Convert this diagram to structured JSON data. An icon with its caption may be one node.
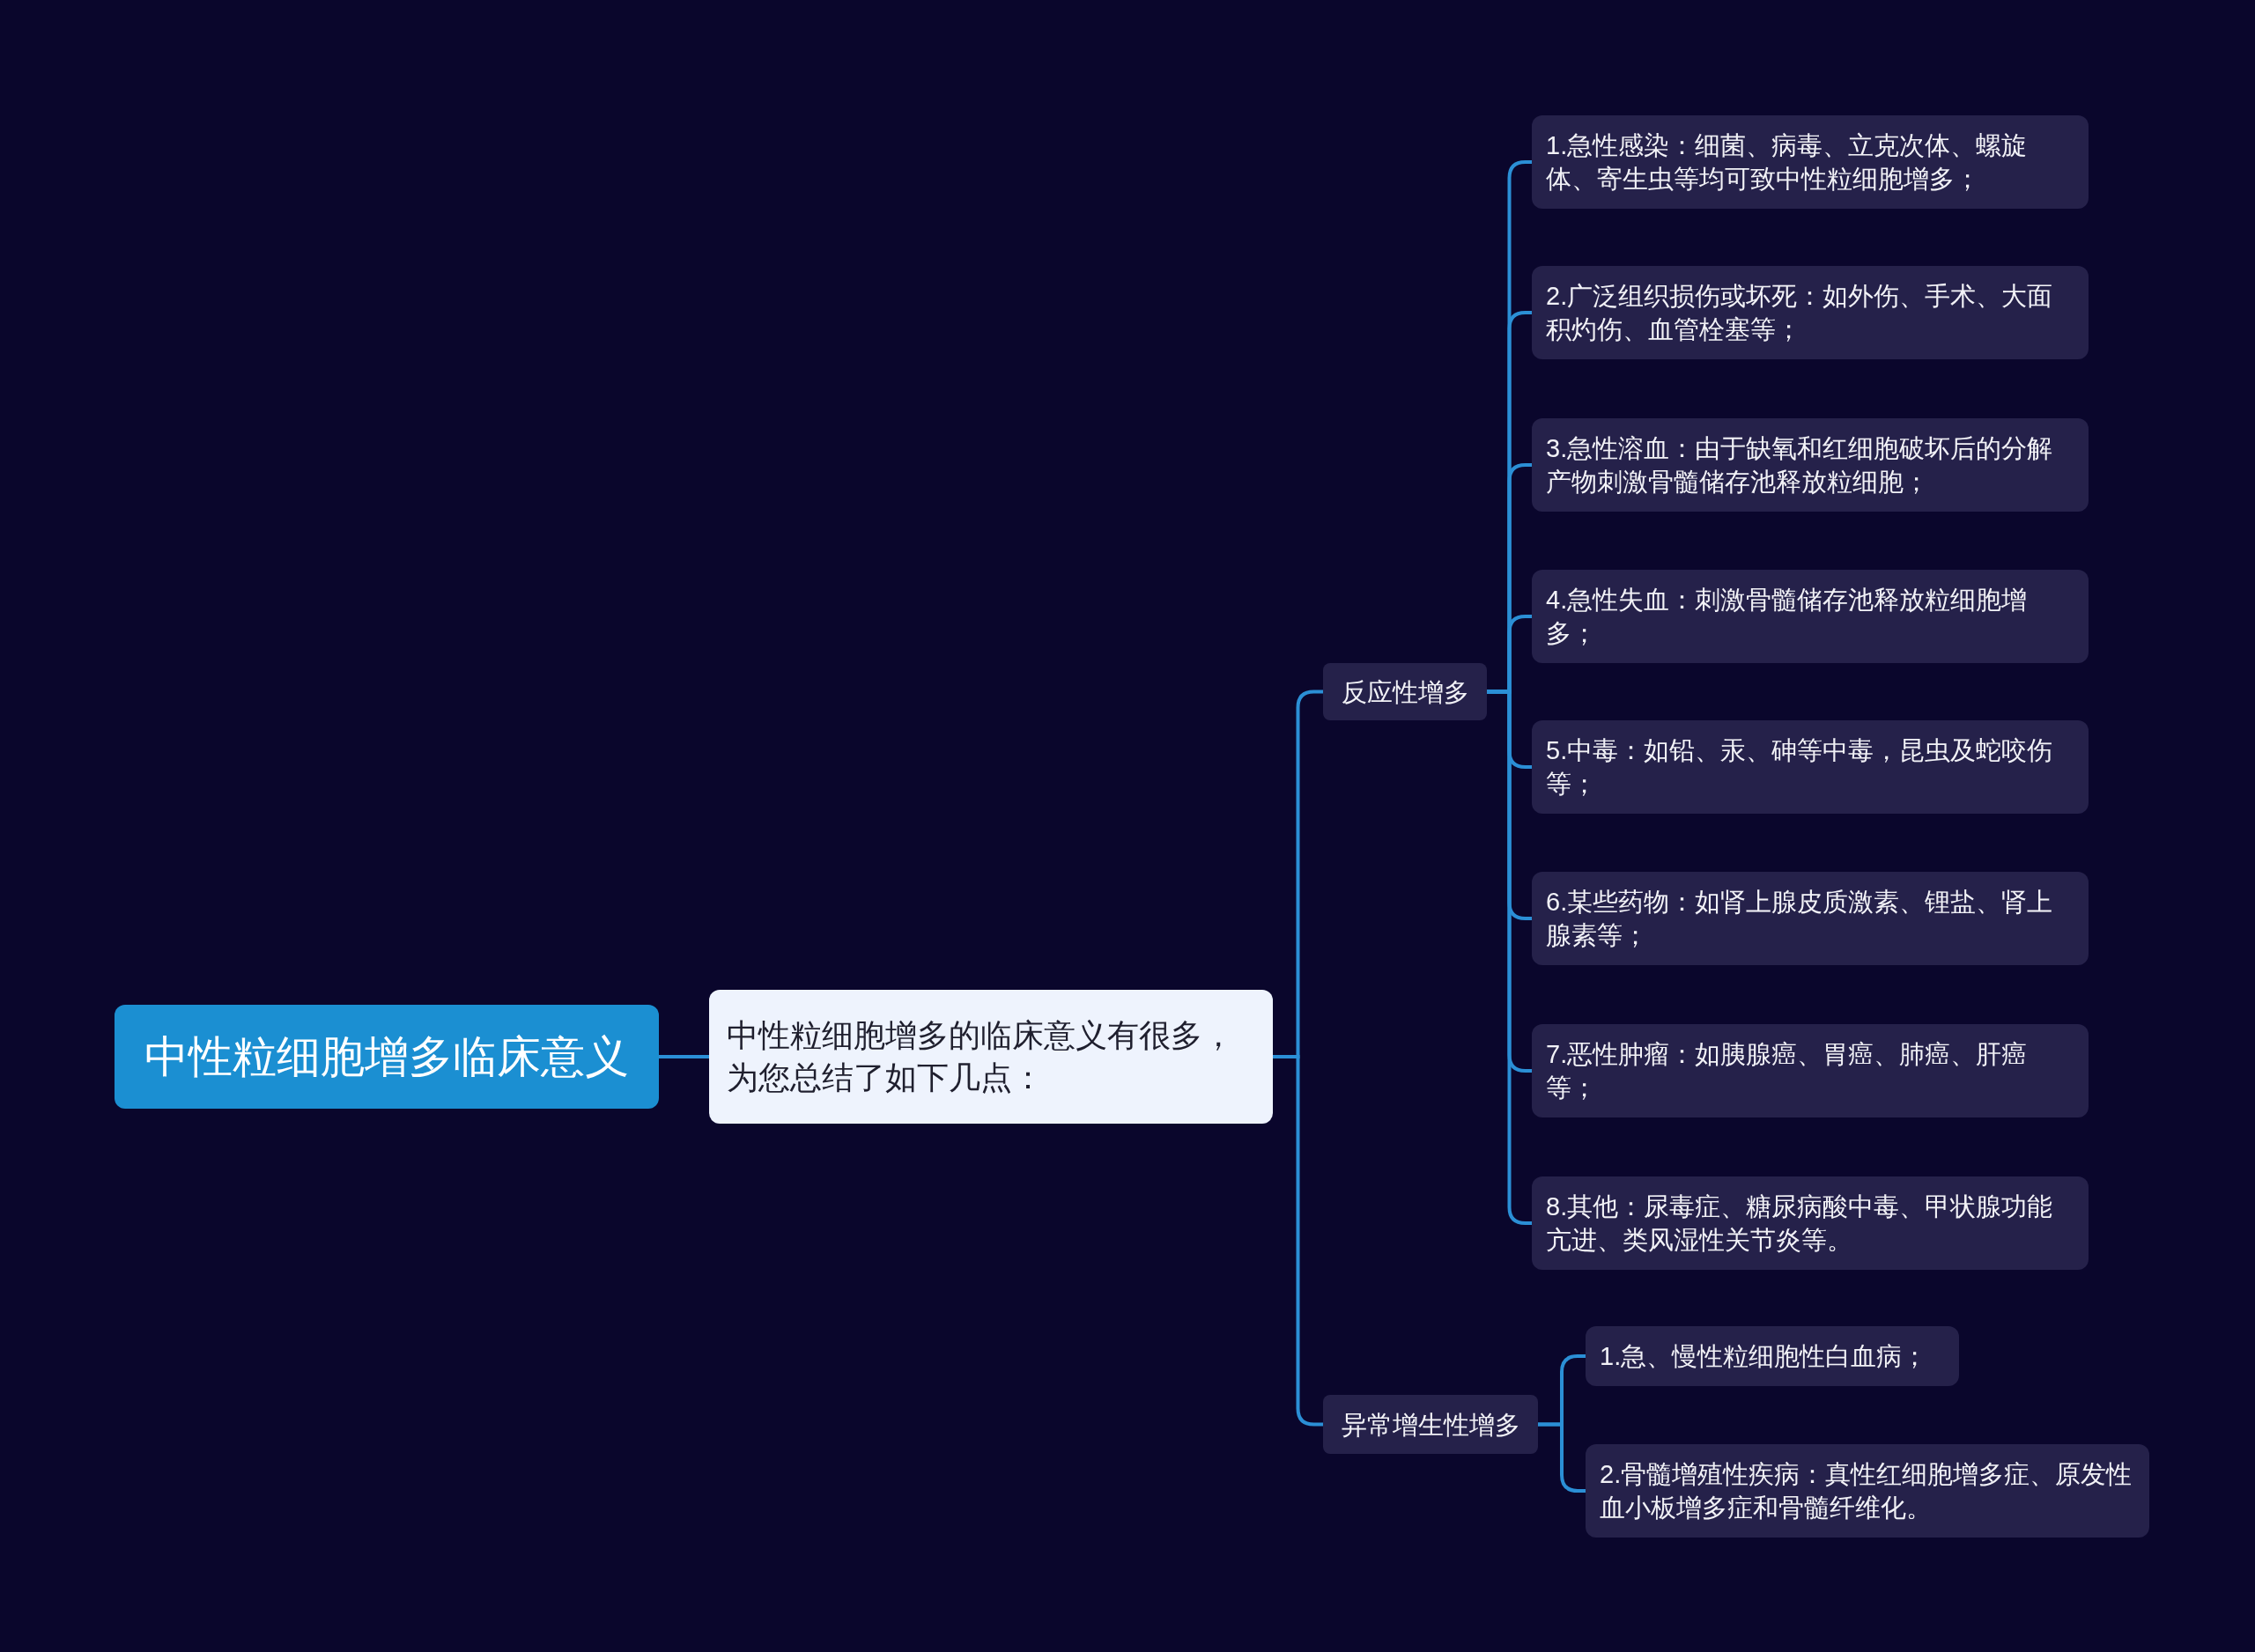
{
  "diagram": {
    "nodes": [
      {
        "text": [
          "中性粒细胞增多临床意义"
        ]
      },
      {
        "text": [
          "中性粒细胞增多的临床意义有很多，为您总结了如下几点："
        ]
      },
      {
        "text": [
          "反应性增多"
        ]
      },
      {
        "text": [
          "1.急性感染：细菌、病毒、立克次体、螺旋体、寄生虫等均可致中性粒细胞增多；"
        ]
      },
      {
        "text": [
          "2.广泛组织损伤或坏死：如外伤、手术、大面积灼伤、血管栓塞等；"
        ]
      },
      {
        "text": [
          "3.急性溶血：由于缺氧和红细胞破坏后的分解产物刺激骨髓储存池释放粒细胞；"
        ]
      },
      {
        "text": [
          "4.急性失血：刺激骨髓储存池释放粒细胞增多；"
        ]
      },
      {
        "text": [
          "5.中毒：如铅、汞、砷等中毒，昆虫及蛇咬伤等；"
        ]
      },
      {
        "text": [
          "6.某些药物：如肾上腺皮质激素、锂盐、肾上腺素等；"
        ]
      },
      {
        "text": [
          "7.恶性肿瘤：如胰腺癌、胃癌、肺癌、肝癌等；"
        ]
      },
      {
        "text": [
          "8.其他：尿毒症、糖尿病酸中毒、甲状腺功能亢进、类风湿性关节炎等。"
        ]
      },
      {
        "text": [
          "异常增生性增多"
        ]
      },
      {
        "text": [
          "1.急、慢性粒细胞性白血病；"
        ]
      },
      {
        "text": [
          "2.骨髓增殖性疾病：真性红细胞增多症、原发性血小板增多症和骨髓纤维化。"
        ]
      }
    ],
    "edges": [
      {
        "from": 0,
        "to": 1,
        "arrow": "none"
      },
      {
        "from": 1,
        "to": 2,
        "arrow": "none"
      },
      {
        "from": 2,
        "to": 3,
        "arrow": "none"
      },
      {
        "from": 2,
        "to": 4,
        "arrow": "none"
      },
      {
        "from": 2,
        "to": 5,
        "arrow": "none"
      },
      {
        "from": 2,
        "to": 6,
        "arrow": "none"
      },
      {
        "from": 2,
        "to": 7,
        "arrow": "none"
      },
      {
        "from": 2,
        "to": 8,
        "arrow": "none"
      },
      {
        "from": 2,
        "to": 9,
        "arrow": "none"
      },
      {
        "from": 2,
        "to": 10,
        "arrow": "none"
      },
      {
        "from": 1,
        "to": 11,
        "arrow": "none"
      },
      {
        "from": 11,
        "to": 12,
        "arrow": "none"
      },
      {
        "from": 11,
        "to": 13,
        "arrow": "none"
      }
    ]
  }
}
